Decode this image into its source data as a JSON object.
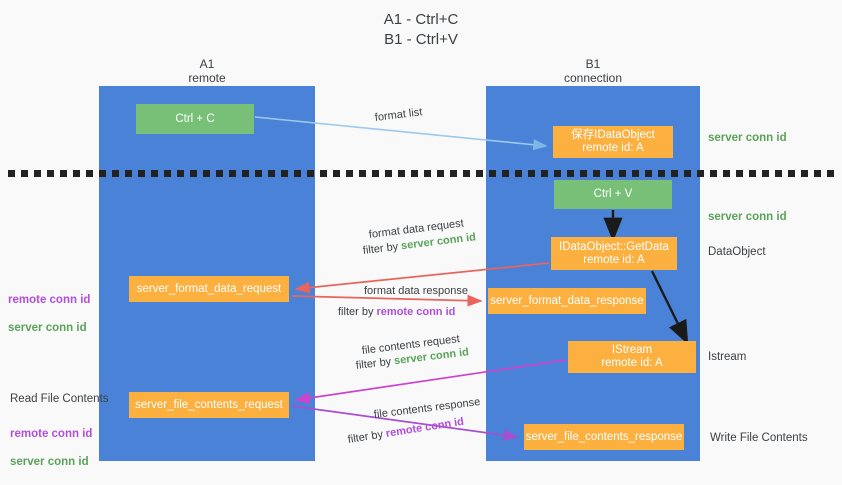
{
  "title": "A1 - Ctrl+C\nB1 - Ctrl+V",
  "columns": {
    "left": {
      "header": "A1\nremote"
    },
    "right": {
      "header": "B1\nconnection"
    }
  },
  "nodes": {
    "ctrl_c": "Ctrl + C",
    "save_idataobject": "保存IDataObject\nremote id: A",
    "ctrl_v": "Ctrl + V",
    "idataobject_getdata": "IDataObject::GetData\nremote id: A",
    "server_format_data_request": "server_format_data_request",
    "server_format_data_response": "server_format_data_response",
    "istream": "IStream\nremote id: A",
    "server_file_contents_request": "server_file_contents_request",
    "server_file_contents_response": "server_file_contents_response"
  },
  "right_labels": {
    "server_conn_id_1": "server conn id",
    "server_conn_id_2": "server conn id",
    "dataobject": "DataObject",
    "istream": "Istream",
    "write_file_contents": "Write File Contents"
  },
  "left_labels": {
    "remote_conn_id_1": "remote conn id",
    "server_conn_id_1": "server conn id",
    "read_file_contents": "Read File Contents",
    "remote_conn_id_2": "remote conn id",
    "server_conn_id_2": "server conn id"
  },
  "edges": {
    "format_list": "format list",
    "format_data_request": "format data request",
    "format_data_request_filter_prefix": "filter by ",
    "format_data_request_filter_value": "server conn id",
    "format_data_response": "format data response",
    "format_data_response_filter_prefix": "filter by ",
    "format_data_response_filter_value": "remote conn id",
    "file_contents_request": "file contents request",
    "file_contents_request_filter_prefix": "filter by ",
    "file_contents_request_filter_value": "server conn id",
    "file_contents_response": "file contents response",
    "file_contents_response_filter_prefix": "filter by ",
    "file_contents_response_filter_value": "remote conn id"
  },
  "colors": {
    "lane": "#4a82d8",
    "green_node": "#78c078",
    "orange_node": "#fbb040",
    "server_conn_id": "#5aa35a",
    "remote_conn_id": "#b14fd8",
    "arrow_light_blue": "#9ec9ee",
    "arrow_red": "#e8645c",
    "arrow_magenta": "#cc44cc",
    "arrow_purple": "#a64fd0",
    "arrow_black": "#1a1a1a",
    "divider": "#222222"
  }
}
